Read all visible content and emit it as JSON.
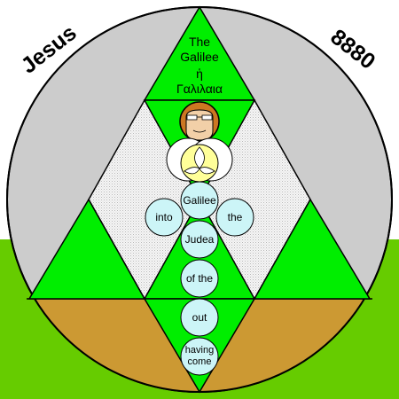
{
  "corner_text": {
    "left": "Jesus",
    "right": "8880"
  },
  "top_label": {
    "line1": "The",
    "line2": "Galilee",
    "line3": "ἡ",
    "line4": "Γαλιλαια"
  },
  "circles": {
    "galilee": "Galilee",
    "into": "into",
    "the": "the",
    "judea": "Judea",
    "of_the": "of the",
    "out": "out",
    "having": "having",
    "come": "come"
  },
  "colors": {
    "white_background": "#ffffff",
    "green_field": "#66cc00",
    "tan_band": "#cc9933",
    "disc_gray": "#cccccc",
    "triangle_green": "#00ee00",
    "text_circle_fill": "#ccf5f7",
    "face_orange": "#cc7722",
    "face_skin": "#f2d0a8",
    "halo_yellow": "#ffff99"
  },
  "icons": [
    "face-icon",
    "vesica-trinity-icon"
  ]
}
